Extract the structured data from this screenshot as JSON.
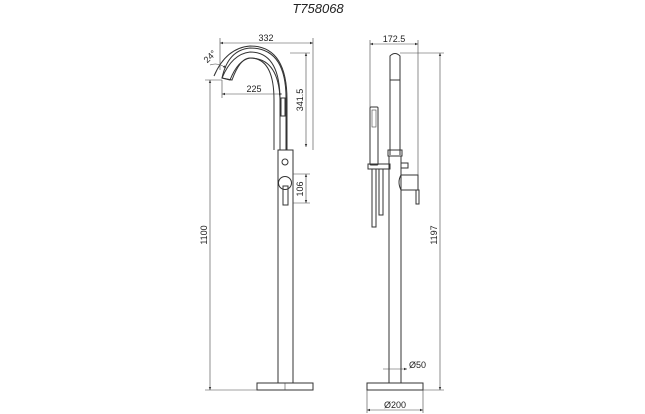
{
  "title": "T758068",
  "front_view": {
    "dim_width": "332",
    "dim_angle": "24°",
    "dim_reach": "225",
    "dim_spout_height": "341.5",
    "dim_lever": "106",
    "dim_total_height": "1100"
  },
  "side_view": {
    "dim_depth": "172.5",
    "dim_total_height": "1197",
    "dim_pipe_diameter": "Ø50",
    "dim_base_diameter": "Ø200"
  }
}
